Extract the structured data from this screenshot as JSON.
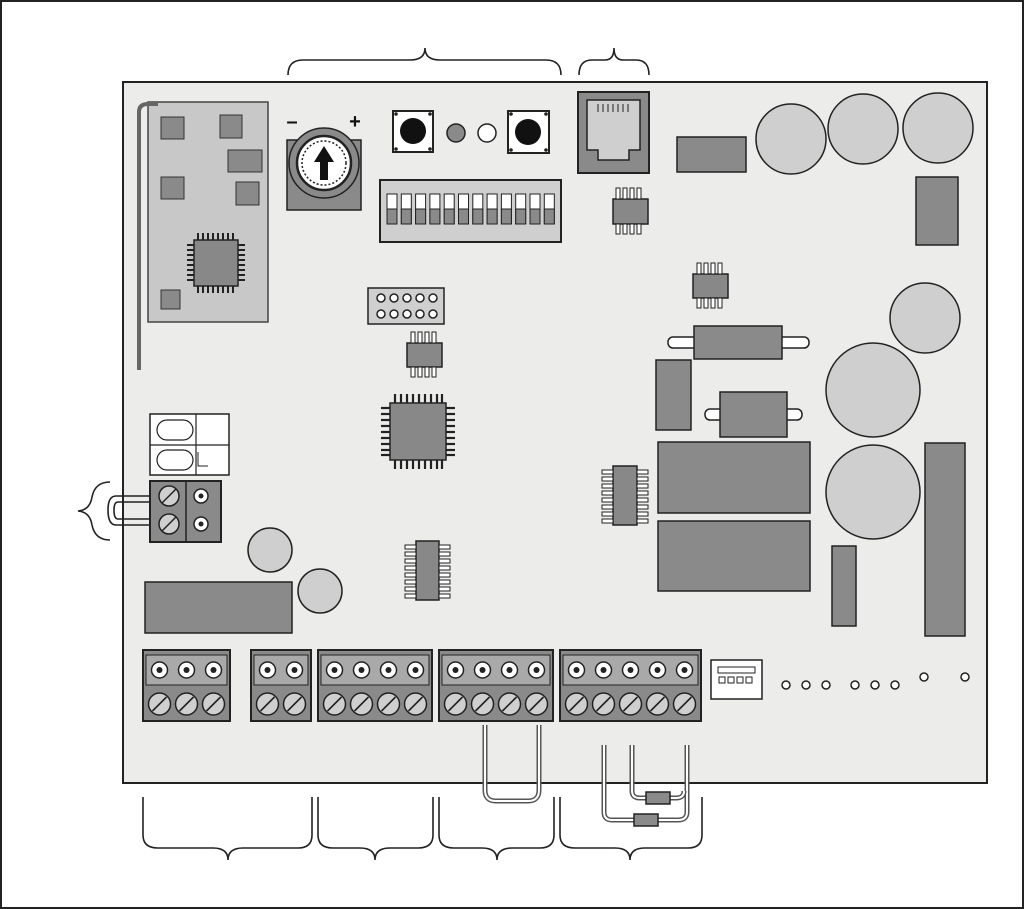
{
  "diagram": {
    "kind": "control-board-layout",
    "colors": {
      "board": "#ececeb",
      "component": "#8a8a8a",
      "component_light": "#cfcfcf",
      "outline": "#222222",
      "module": "#c8c8c8"
    },
    "trimmer": {
      "minus_label": "–",
      "plus_label": "+"
    },
    "dip_switch": {
      "positions": 12
    },
    "terminal_blocks": [
      {
        "name": "terminal-block-1",
        "pins": 3
      },
      {
        "name": "terminal-block-2",
        "pins": 2
      },
      {
        "name": "terminal-block-3",
        "pins": 4
      },
      {
        "name": "terminal-block-4",
        "pins": 4
      },
      {
        "name": "terminal-block-5",
        "pins": 5
      }
    ],
    "power_terminal": {
      "pins": 2
    },
    "brace_groups": [
      "antenna-terminal-group",
      "terminal-group-1",
      "terminal-group-2",
      "terminal-group-3",
      "terminal-group-4",
      "buttons-leds-group",
      "rj-connector-group"
    ]
  }
}
